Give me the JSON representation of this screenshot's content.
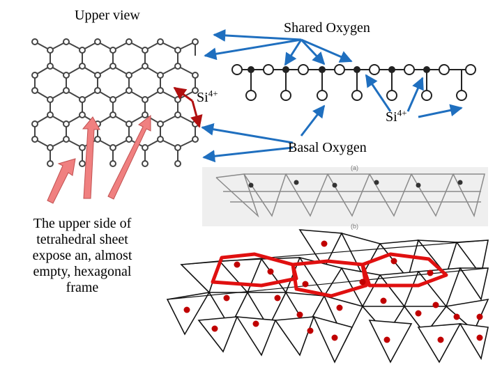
{
  "labels": {
    "upper_view": "Upper view",
    "shared_oxygen": "Shared Oxygen",
    "si_left": "Si",
    "si_right": "Si",
    "si_charge": "4+",
    "basal_oxygen": "Basal Oxygen"
  },
  "caption": "The upper side of tetrahedral sheet expose an, almost empty, hexagonal frame",
  "photo_labels": {
    "a": "(a)",
    "b": "(b)"
  },
  "colors": {
    "arrow_blue": "#1f6fbf",
    "arrow_red": "#b01010",
    "arrow_pink": "#f08080",
    "hexagon_red": "#e01010",
    "dot_red": "#c00000",
    "grid_gray": "#555555"
  }
}
